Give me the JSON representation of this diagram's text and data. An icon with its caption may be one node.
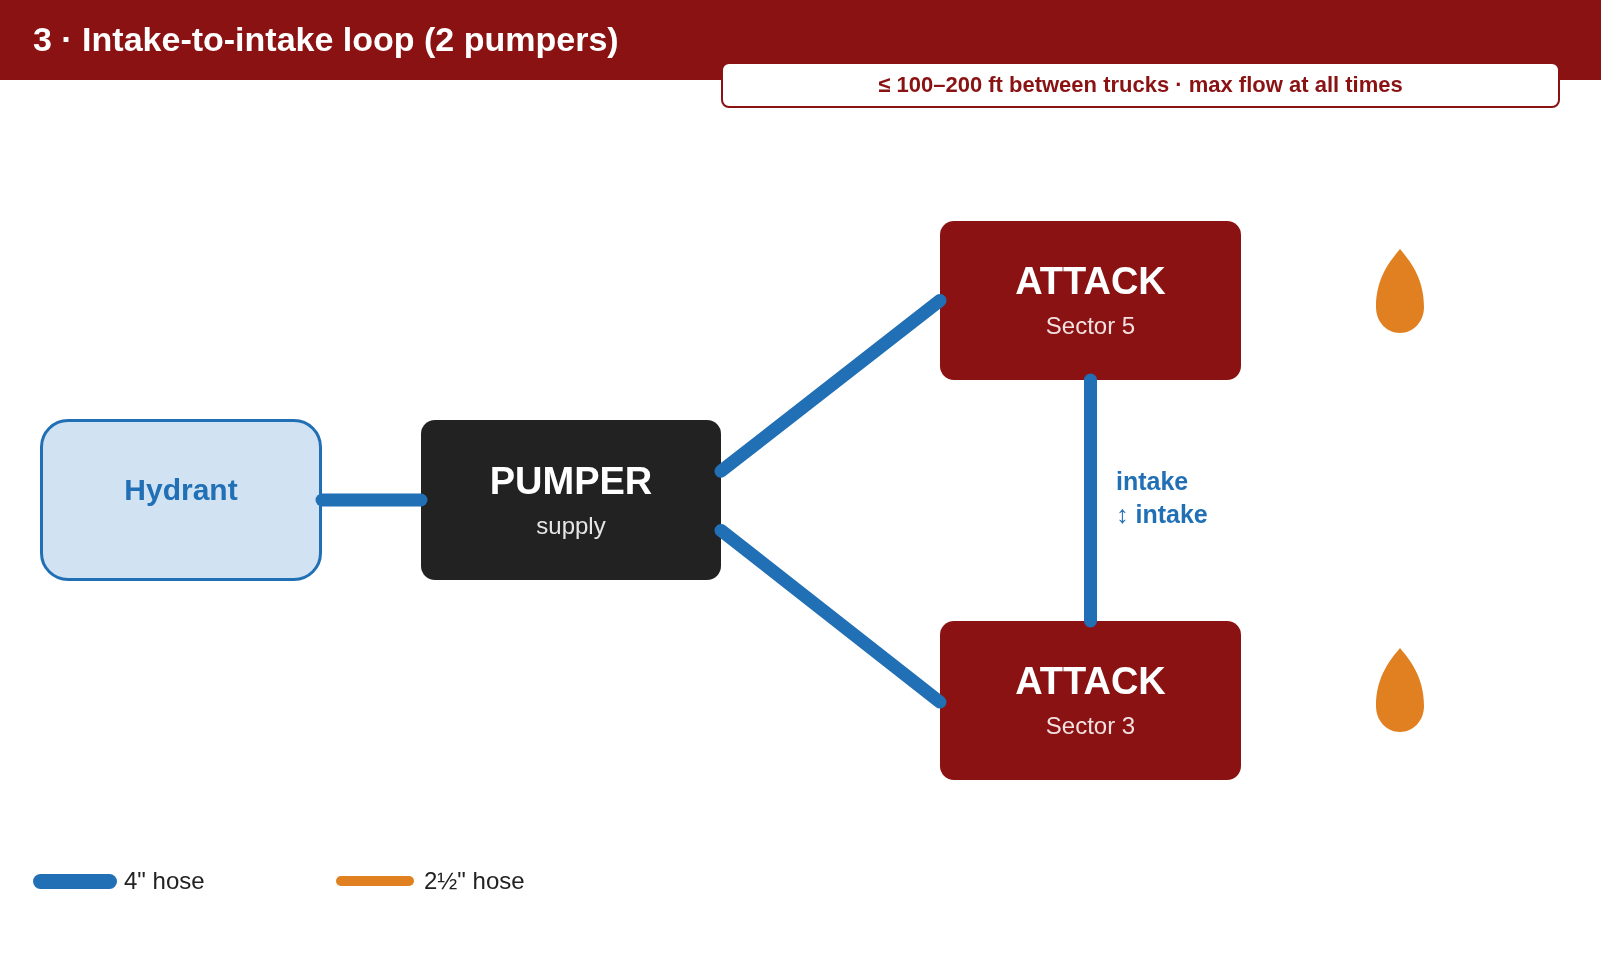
{
  "diagram": {
    "title": "3 · Intake-to-intake loop (2 pumpers)",
    "nodes": [
      {
        "text": [
          "Hydrant"
        ]
      },
      {
        "text": [
          "PUMPER",
          "supply"
        ]
      },
      {
        "text": [
          "ATTACK",
          "Sector 5"
        ]
      },
      {
        "text": [
          "ATTACK",
          "Sector 3"
        ]
      }
    ],
    "edges": [
      {
        "from": 0,
        "to": 1,
        "arrow": "none"
      },
      {
        "from": 1,
        "to": 2,
        "arrow": "none"
      },
      {
        "from": 1,
        "to": 3,
        "arrow": "none"
      },
      {
        "from": 2,
        "to": 3,
        "arrow": "none",
        "label": "intake ↕ intake"
      }
    ],
    "labels": [
      "≤ 100–200 ft between trucks · max flow at all times"
    ],
    "legend": [
      {
        "text": "4\" hose",
        "color": "#216fb5"
      },
      {
        "text": "2½\" hose",
        "color": "#e08020"
      }
    ]
  }
}
